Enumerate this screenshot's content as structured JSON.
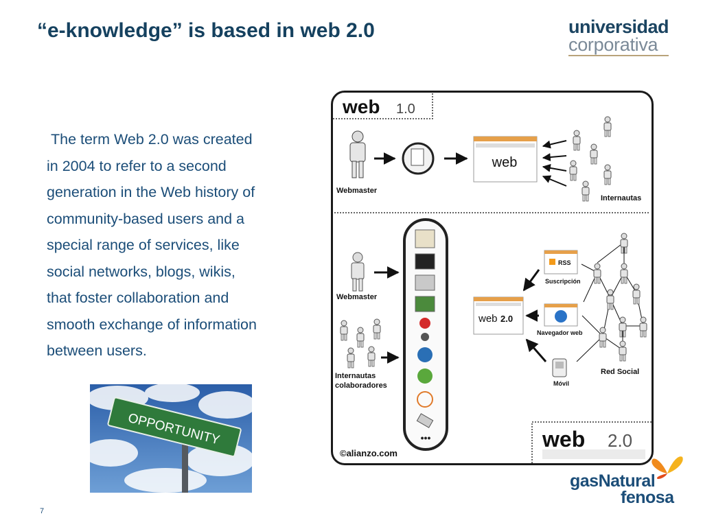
{
  "slide": {
    "title": "“e-knowledge” is based in web 2.0",
    "body": " The term Web 2.0 was created\nin 2004 to refer to a second\ngeneration in the Web history of\ncommunity-based users and a\nspecial range of services, like\nsocial networks, blogs, wikis,\nthat foster collaboration and\nsmooth exchange of information\nbetween users.",
    "page_number": "7"
  },
  "logos": {
    "top_right_line1": "universidad",
    "top_right_line2": "corporativa",
    "bottom_right_line1": "gasNatural",
    "bottom_right_line2": "fenosa"
  },
  "photo": {
    "sign_text": "OPPORTUNITY"
  },
  "diagram": {
    "web1_logo_main": "web",
    "web1_logo_version": "1.0",
    "web1_browser_text": "web",
    "web1_webmaster": "Webmaster",
    "web1_internautas": "Internautas",
    "web2_webmaster": "Webmaster",
    "web2_internautas_line1": "Internautas",
    "web2_internautas_line2": "colaboradores",
    "web2_browser_text_main": "web",
    "web2_browser_text_version": "2.0",
    "rss_badge": "RSS",
    "suscripcion": "Suscripción",
    "navegador": "Navegador web",
    "movil": "Móvil",
    "red_social": "Red Social",
    "web2_logo_main": "web",
    "web2_logo_version": "2.0",
    "credit": "©alianzo.com",
    "toolbar_more": "•••",
    "colors": {
      "frame": "#1a1a1a",
      "browser_bar": "#e6a04a",
      "dotted_line": "#333333"
    }
  }
}
